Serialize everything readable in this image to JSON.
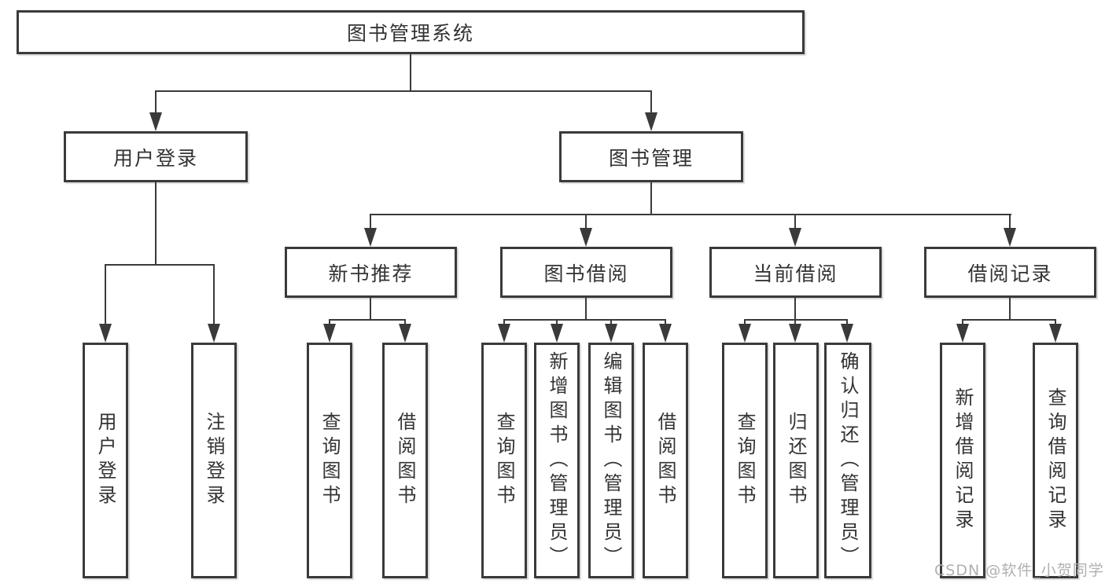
{
  "tree": {
    "root": "图书管理系统",
    "branches": [
      {
        "label": "用户登录",
        "children": [
          "用户登录",
          "注销登录"
        ]
      },
      {
        "label": "图书管理",
        "groups": [
          {
            "label": "新书推荐",
            "children": [
              "查询图书",
              "借阅图书"
            ]
          },
          {
            "label": "图书借阅",
            "children": [
              "查询图书",
              "新增图书（管理员）",
              "编辑图书（管理员）",
              "借阅图书"
            ]
          },
          {
            "label": "当前借阅",
            "children": [
              "查询图书",
              "归还图书",
              "确认归还（管理员）"
            ]
          },
          {
            "label": "借阅记录",
            "children": [
              "新增借阅记录",
              "查询借阅记录"
            ]
          }
        ]
      }
    ]
  },
  "watermark": "CSDN @软件_小贺同学",
  "colors": {
    "line": "#3a3a3a",
    "box_border": "#3a3a3a",
    "box_fill": "#ffffff",
    "text": "#333333",
    "background": "#ffffff",
    "watermark": "#b0b0b0"
  }
}
